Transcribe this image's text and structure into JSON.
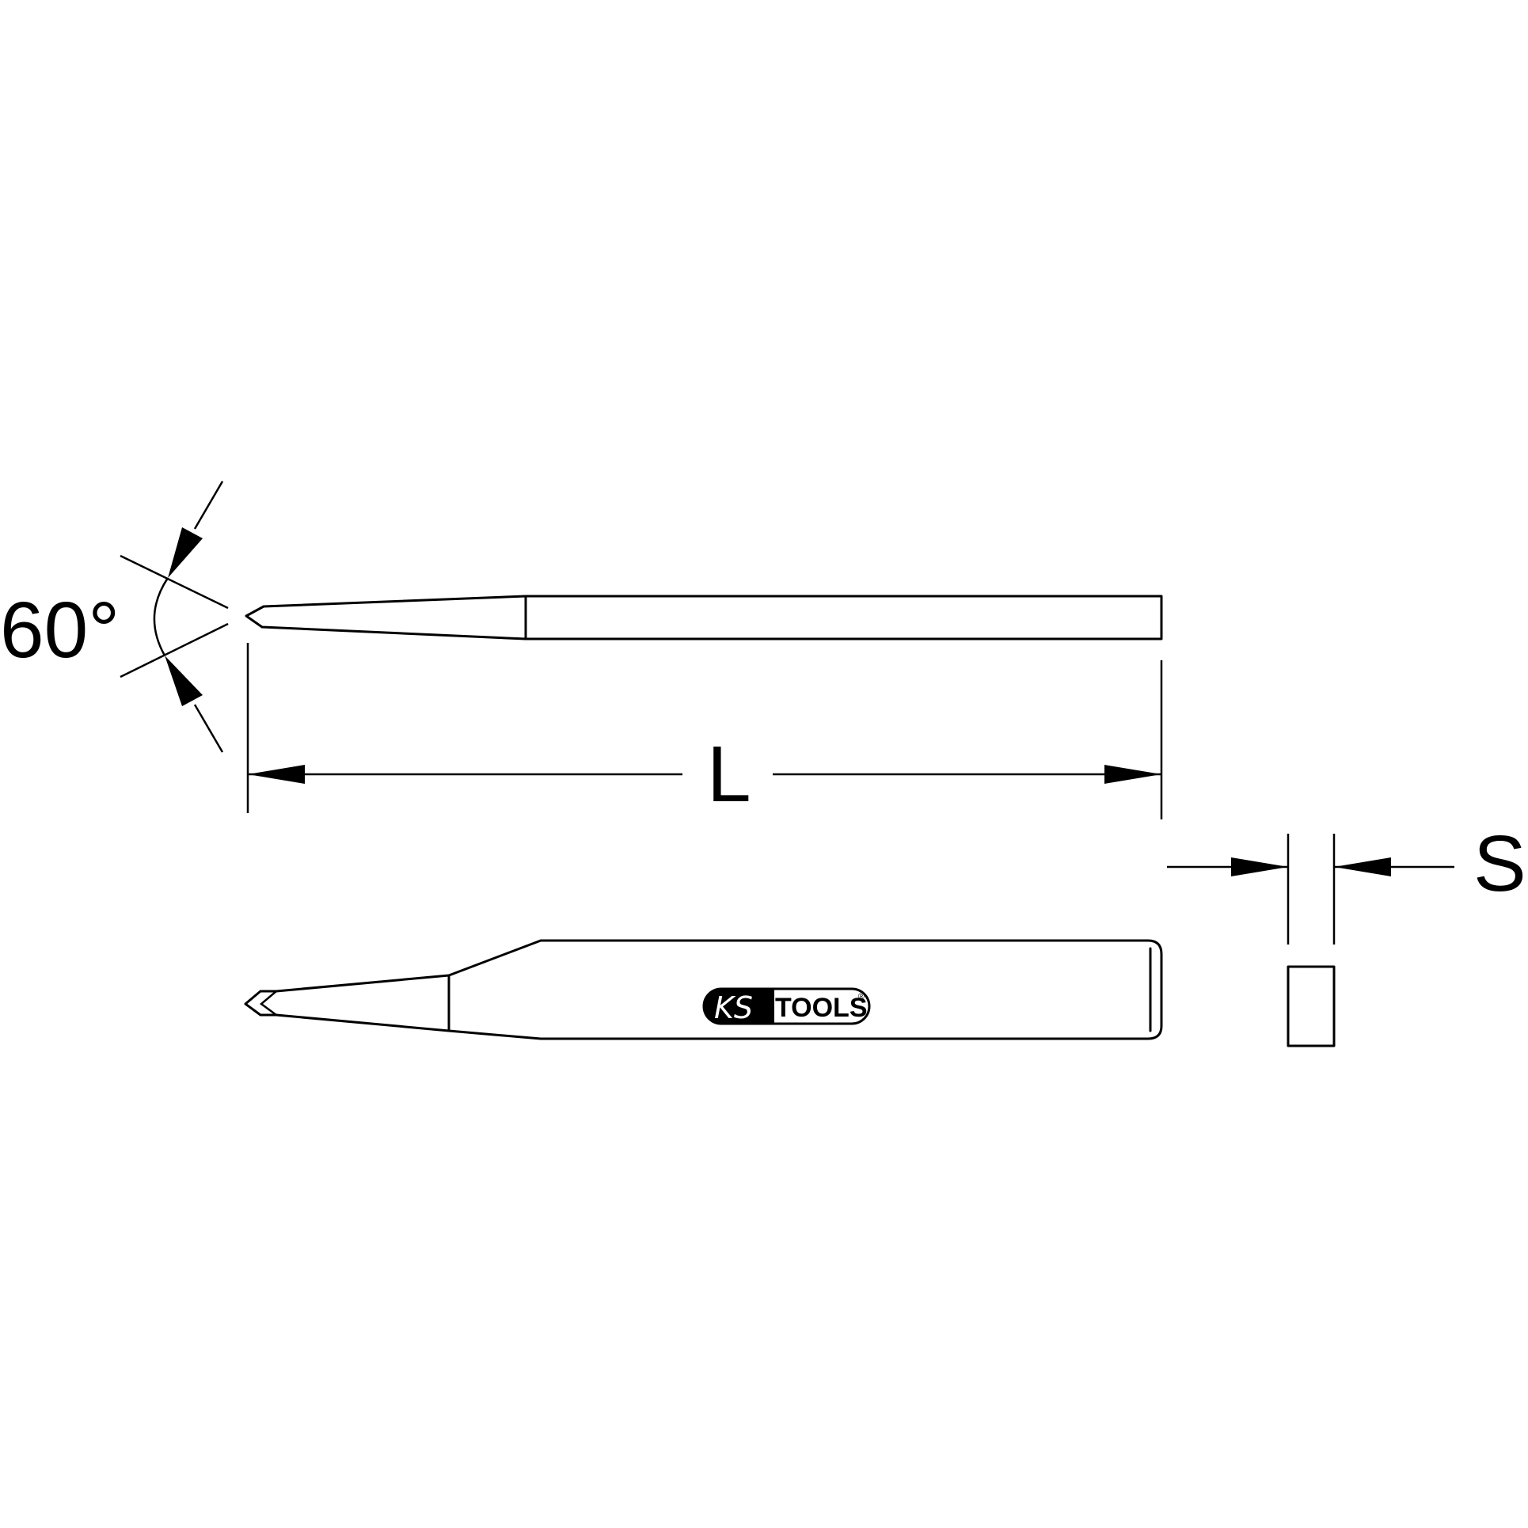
{
  "dimensions": {
    "angle_label": "60°",
    "length_label": "L",
    "thickness_label": "S"
  },
  "logo": {
    "brand_left": "KS",
    "brand_right": "TOOLS",
    "registered": "®"
  }
}
